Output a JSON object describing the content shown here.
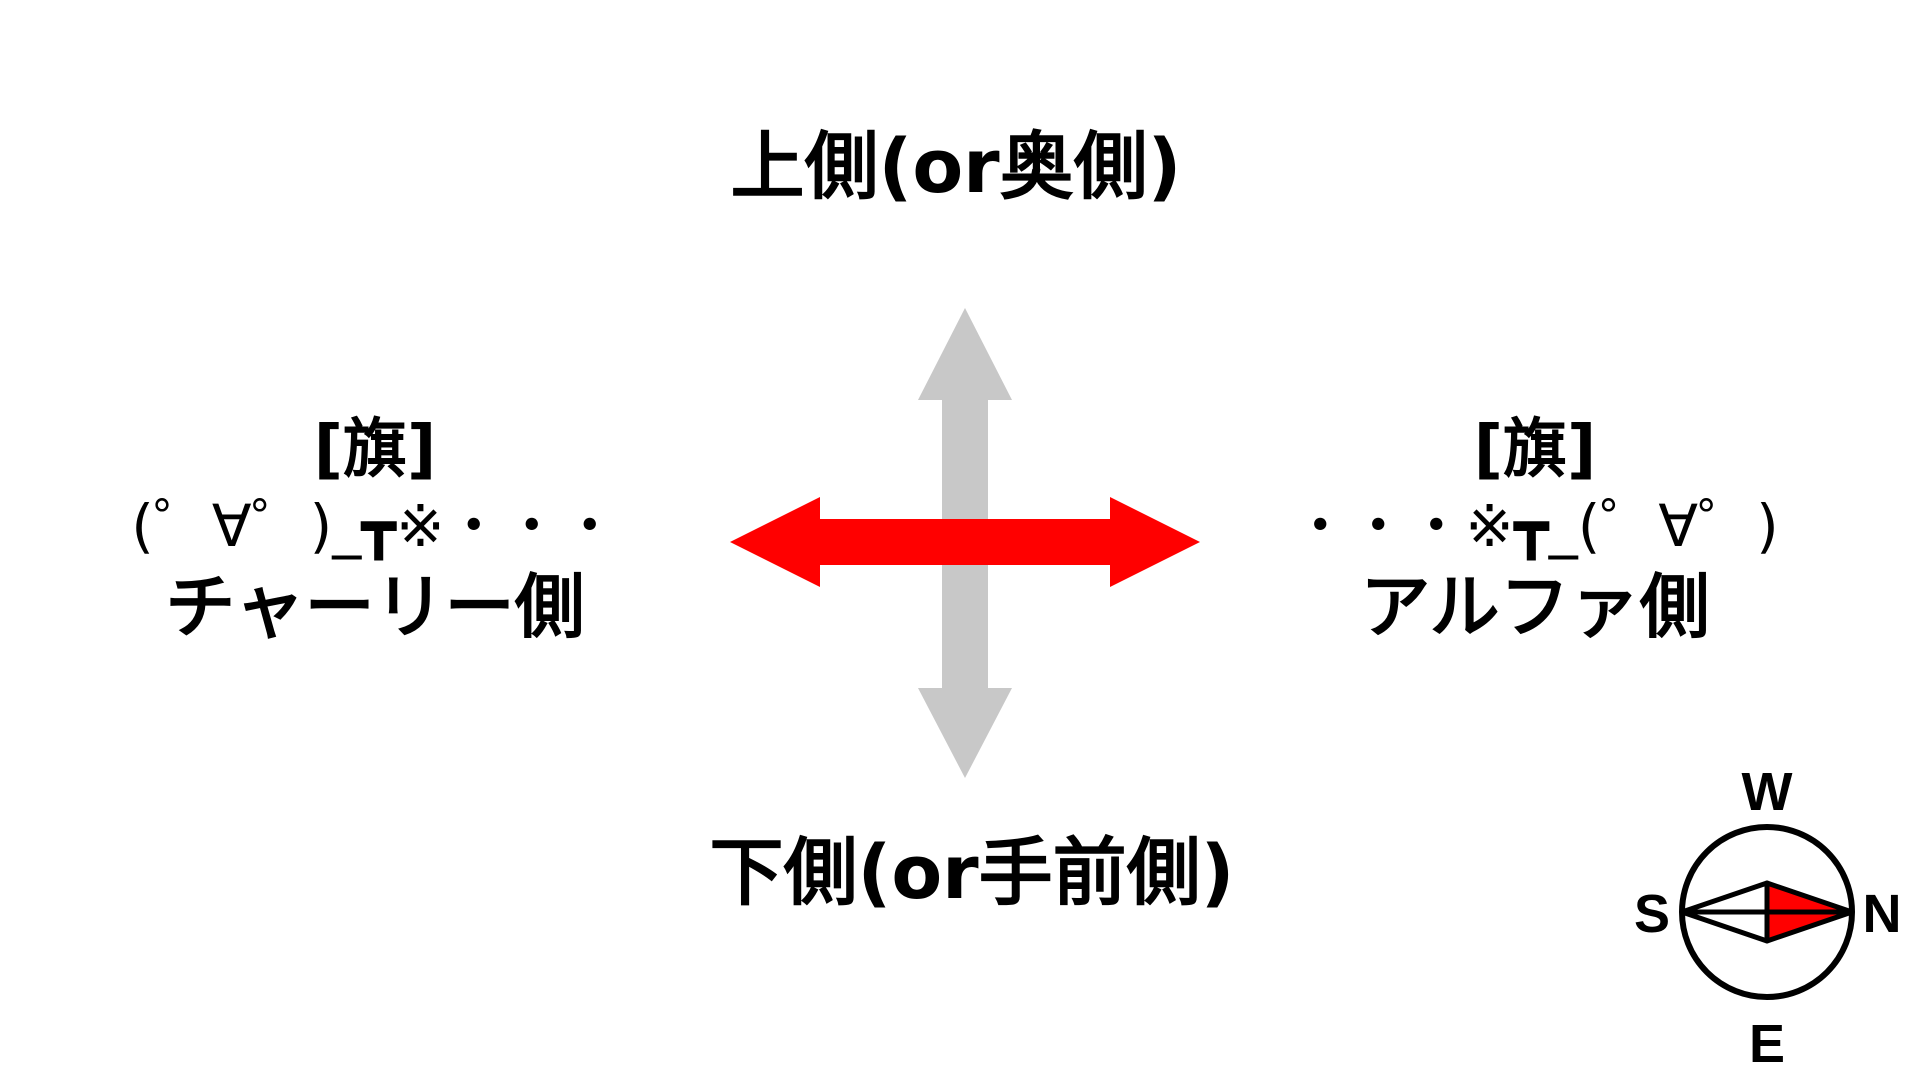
{
  "labels": {
    "top": "上側(or奥側)",
    "bottom": "下側(or手前側)"
  },
  "left_side": {
    "flag": "[旗]",
    "face": "(゜∀゜)_┳※・・・",
    "name": "チャーリー側"
  },
  "right_side": {
    "flag": "[旗]",
    "face": "・・・※┳_(゜∀゜)",
    "name": "アルファ側"
  },
  "compass": {
    "north": "N",
    "south": "S",
    "west": "W",
    "east": "E",
    "needle_color": "#ff0000"
  },
  "colors": {
    "horizontal_arrow": "#ff0000",
    "vertical_arrow": "#c8c8c8",
    "text": "#000000"
  }
}
